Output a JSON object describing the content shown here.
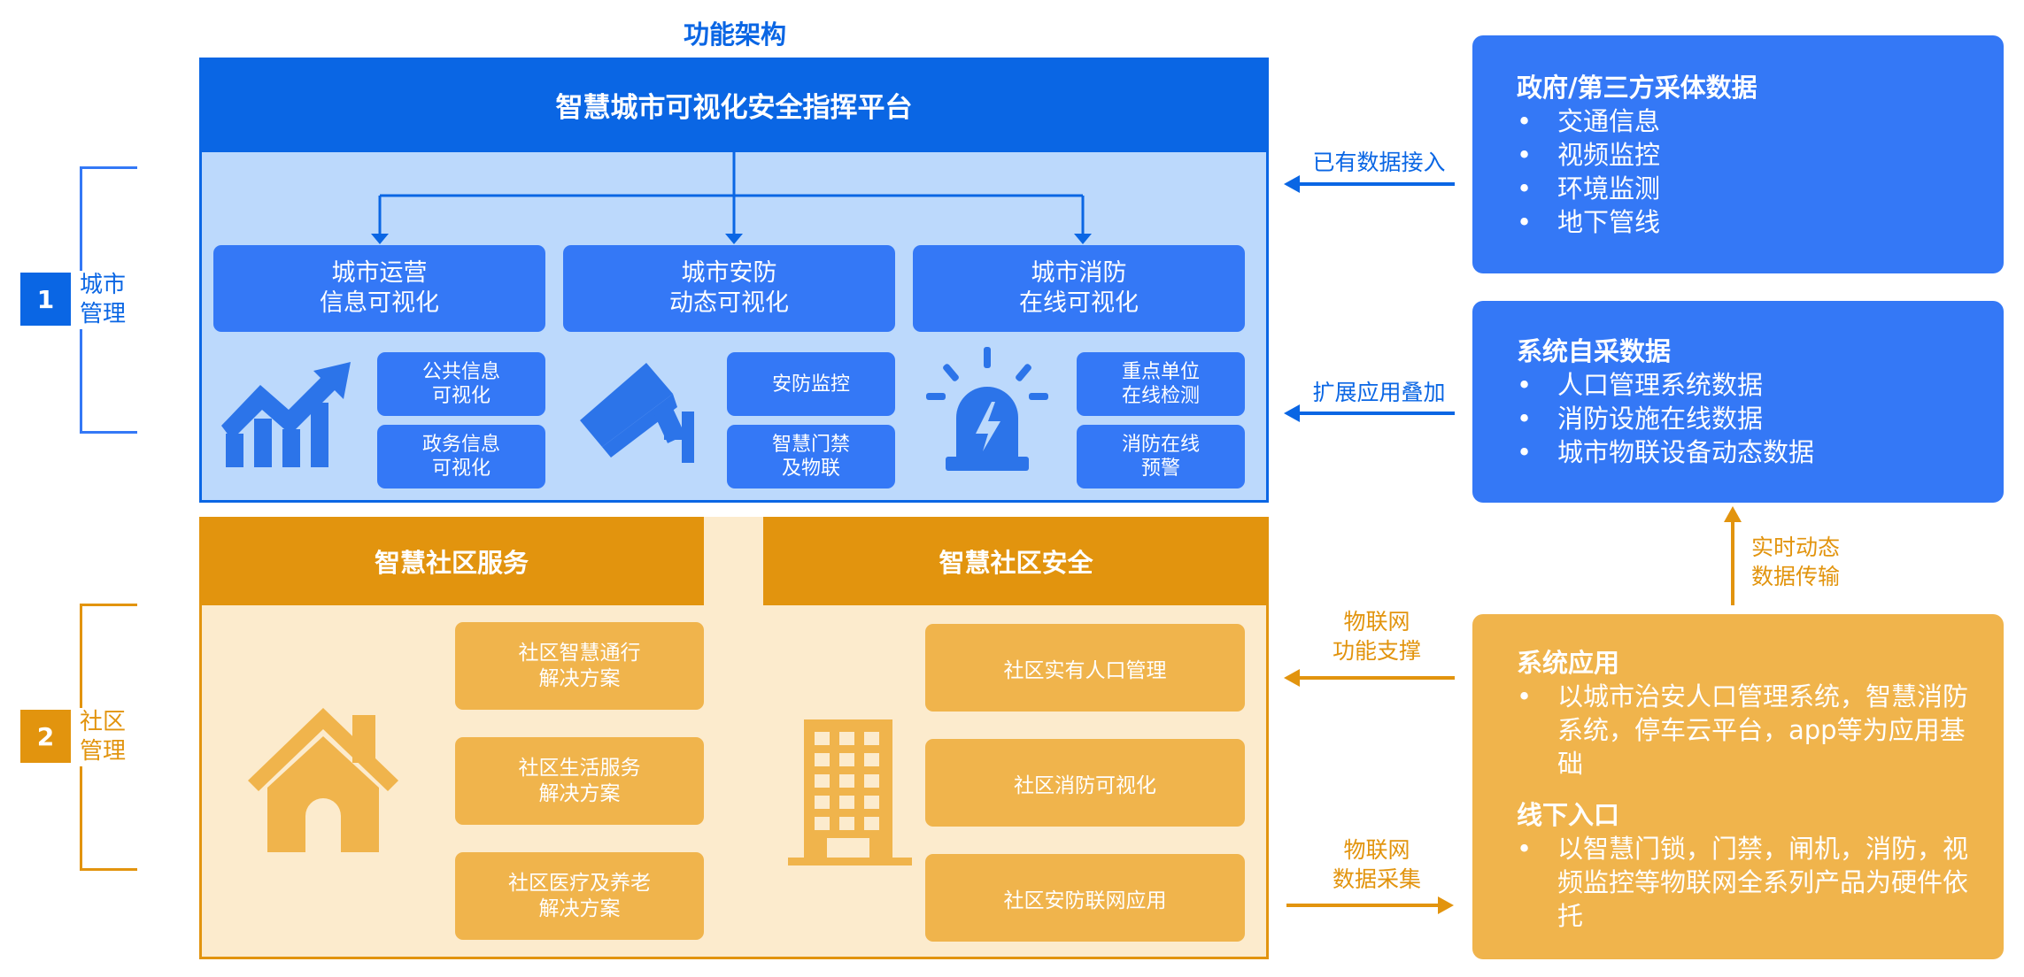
{
  "title": "功能架构",
  "city_management": {
    "num": "1",
    "label": "城市\n管理",
    "platform_title": "智慧城市可视化安全指挥平台",
    "columns": [
      {
        "header": "城市运营\n信息可视化",
        "icon": "chart-growth-icon",
        "items": [
          "公共信息\n可视化",
          "政务信息\n可视化"
        ]
      },
      {
        "header": "城市安防\n动态可视化",
        "icon": "security-camera-icon",
        "items": [
          "安防监控",
          "智慧门禁\n及物联"
        ]
      },
      {
        "header": "城市消防\n在线可视化",
        "icon": "alarm-siren-icon",
        "items": [
          "重点单位\n在线检测",
          "消防在线\n预警"
        ]
      }
    ]
  },
  "community_management": {
    "num": "2",
    "label": "社区\n管理",
    "service": {
      "title": "智慧社区服务",
      "icon": "house-icon",
      "items": [
        "社区智慧通行\n解决方案",
        "社区生活服务\n解决方案",
        "社区医疗及养老\n解决方案"
      ]
    },
    "safety": {
      "title": "智慧社区安全",
      "icon": "building-icon",
      "items": [
        "社区实有人口管理",
        "社区消防可视化",
        "社区安防联网应用"
      ]
    }
  },
  "data_sources": {
    "gov": {
      "title": "政府/第三方采体数据",
      "items": [
        "交通信息",
        "视频监控",
        "环境监测",
        "地下管线"
      ]
    },
    "self": {
      "title": "系统自采数据",
      "items": [
        "人口管理系统数据",
        "消防设施在线数据",
        "城市物联设备动态数据"
      ]
    },
    "apps": {
      "title1": "系统应用",
      "items1": [
        "以城市治安人口管理系统，智慧消防系统，停车云平台，app等为应用基础"
      ],
      "title2": "线下入口",
      "items2": [
        "以智慧门锁，门禁，闸机，消防，视频监控等物联网全系列产品为硬件依托"
      ]
    }
  },
  "arrows": {
    "existing": "已有数据接入",
    "extend": "扩展应用叠加",
    "realtime": "实时动态\n数据传输",
    "iot_support": "物联网\n功能支撑",
    "iot_collect": "物联网\n数据采集"
  },
  "colors": {
    "blue_dark": "#0a66e4",
    "blue": "#3478f6",
    "blue_light": "#bcd9fc",
    "orange_dark": "#e2940e",
    "orange": "#f0b44c",
    "orange_light": "#fcebcd"
  }
}
